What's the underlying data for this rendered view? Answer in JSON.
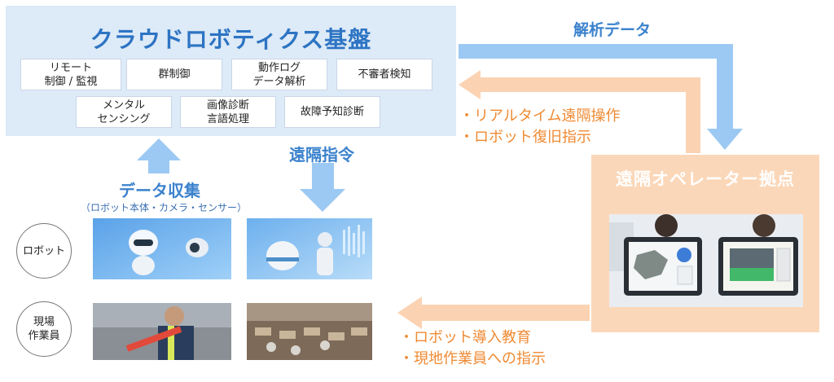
{
  "platform": {
    "title": "クラウドロボティクス基盤",
    "functions": [
      "リモート\n制御 / 監視",
      "群制御",
      "動作ログ\nデータ解析",
      "不審者検知",
      "メンタル\nセンシング",
      "画像診断\n言語処理",
      "故障予知診断"
    ]
  },
  "flows": {
    "analysis_data": "解析データ",
    "remote_command": "遠隔指令",
    "data_collection": "データ収集",
    "data_collection_sub": "（ロボット本体・カメラ・センサー）",
    "realtime_items": "・リアルタイム遠隔操作\n・ロボット復旧指示",
    "onsite_items": "・ロボット導入教育\n・現地作業員への指示"
  },
  "hub": {
    "title": "遠隔オペレーター拠点"
  },
  "rows": {
    "robot": "ロボット",
    "worker": "現場\n作業員"
  },
  "colors": {
    "blue_arrow": "#9cc9f3",
    "orange_arrow": "#fbd3b3",
    "platform_bg": "#ddeaf7",
    "title_blue": "#2d74c3",
    "orange_text": "#ef8a33"
  }
}
